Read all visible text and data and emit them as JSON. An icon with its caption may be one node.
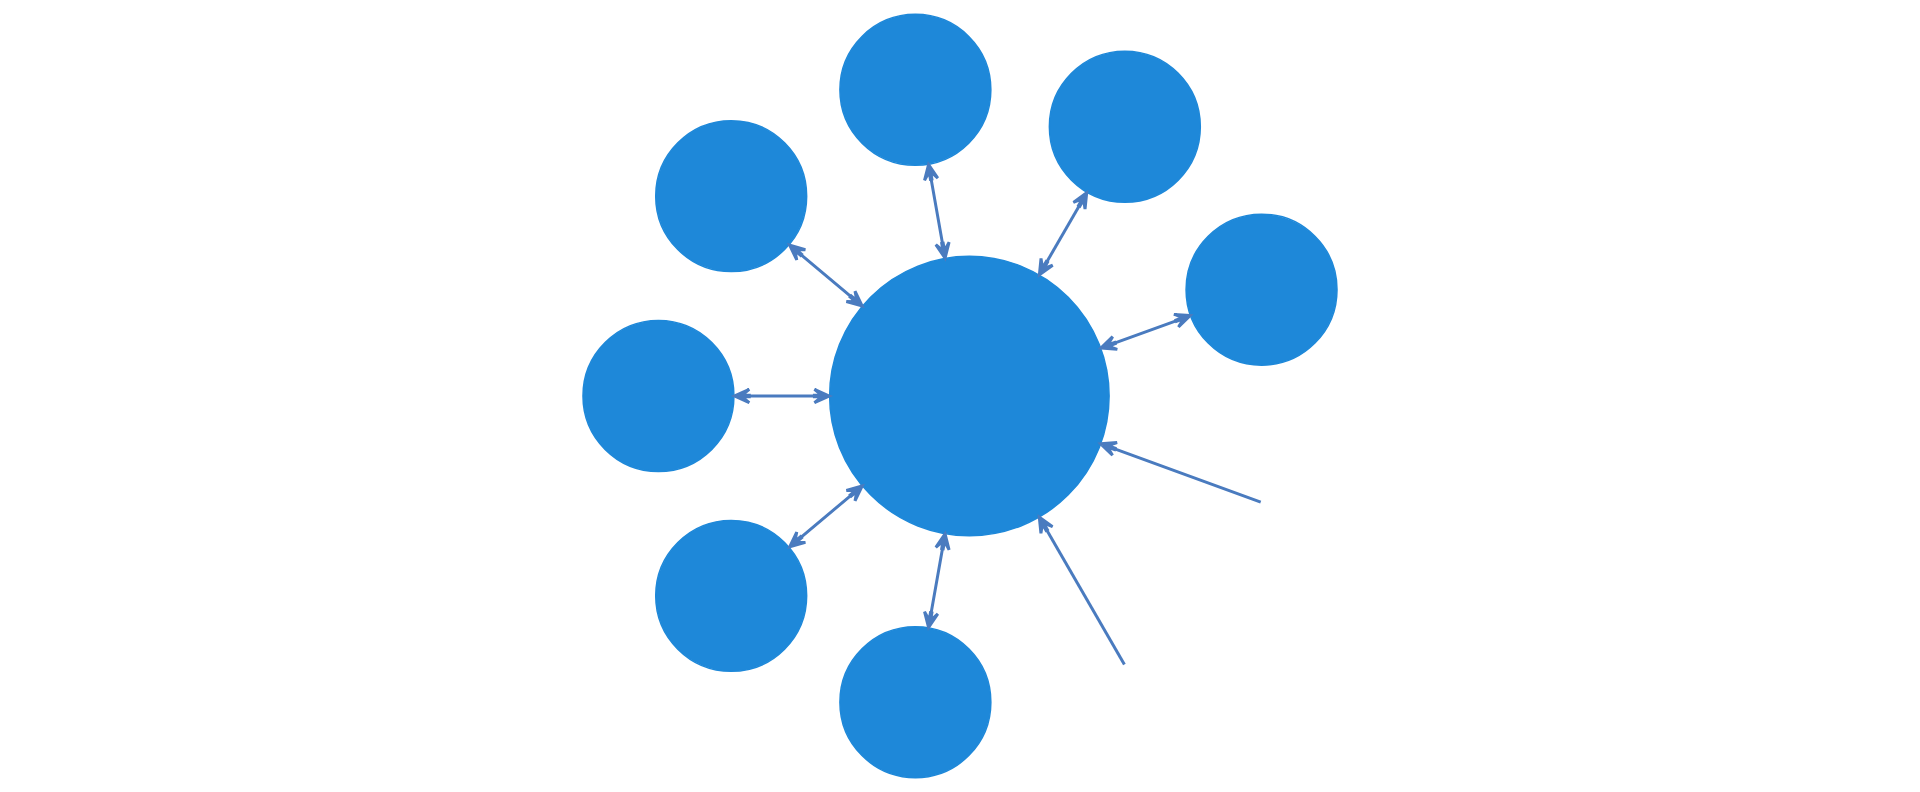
{
  "diagram": {
    "nodes": [
      {
        "text": [],
        "shape": "circle"
      },
      {
        "text": [],
        "shape": "circle"
      },
      {
        "text": [],
        "shape": "circle"
      },
      {
        "text": [],
        "shape": "circle"
      },
      {
        "text": [],
        "shape": "circle"
      },
      {
        "text": [],
        "shape": "circle"
      },
      {
        "text": [],
        "shape": "circle"
      },
      {
        "text": [],
        "shape": "circle"
      }
    ],
    "edges": [
      {
        "from": 0,
        "to": 1,
        "arrow": "both"
      },
      {
        "from": 0,
        "to": 2,
        "arrow": "both"
      },
      {
        "from": 0,
        "to": 3,
        "arrow": "both"
      },
      {
        "from": 0,
        "to": 4,
        "arrow": "both"
      },
      {
        "from": 0,
        "to": 5,
        "arrow": "both"
      },
      {
        "from": 0,
        "to": 6,
        "arrow": "both"
      },
      {
        "from": 0,
        "to": 7,
        "arrow": "both"
      },
      {
        "from": null,
        "to": 0,
        "arrow": "to"
      },
      {
        "from": null,
        "to": 0,
        "arrow": "to"
      }
    ]
  }
}
